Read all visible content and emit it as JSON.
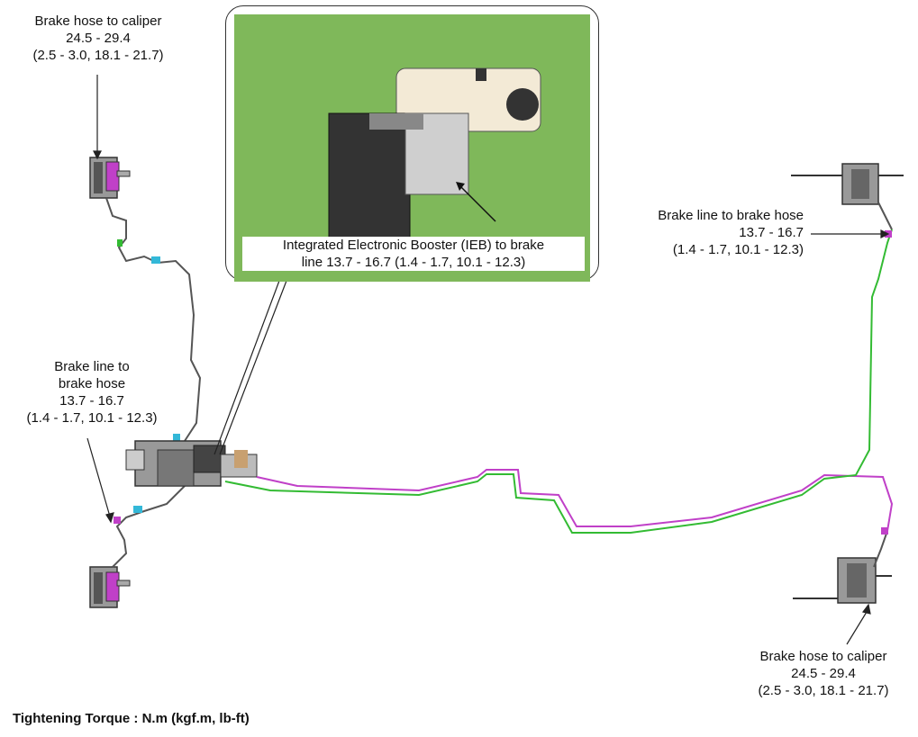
{
  "labels": {
    "front_left_caliper": {
      "title": "Brake hose to caliper",
      "value": "24.5 - 29.4",
      "units": "(2.5 - 3.0, 18.1 - 21.7)"
    },
    "front_left_line": {
      "line1": "Brake line to",
      "line2": "brake hose",
      "value": "13.7 - 16.7",
      "units": "(1.4 - 1.7, 10.1 - 12.3)"
    },
    "ieb": {
      "line1": "Integrated Electronic Booster (IEB) to brake",
      "line2": "line 13.7 - 16.7 (1.4 - 1.7, 10.1 - 12.3)"
    },
    "rear_right_line": {
      "title": "Brake line to brake hose",
      "value": "13.7 - 16.7",
      "units": "(1.4 - 1.7, 10.1 - 12.3)"
    },
    "rear_right_caliper": {
      "title": "Brake hose to caliper",
      "value": "24.5 - 29.4",
      "units": "(2.5 - 3.0, 18.1 - 21.7)"
    }
  },
  "footer": "Tightening Torque : N.m (kgf.m, lb-ft)",
  "colors": {
    "line_magenta": "#c040c8",
    "line_green": "#33bb33",
    "photo_bg": "#7fb85a"
  }
}
